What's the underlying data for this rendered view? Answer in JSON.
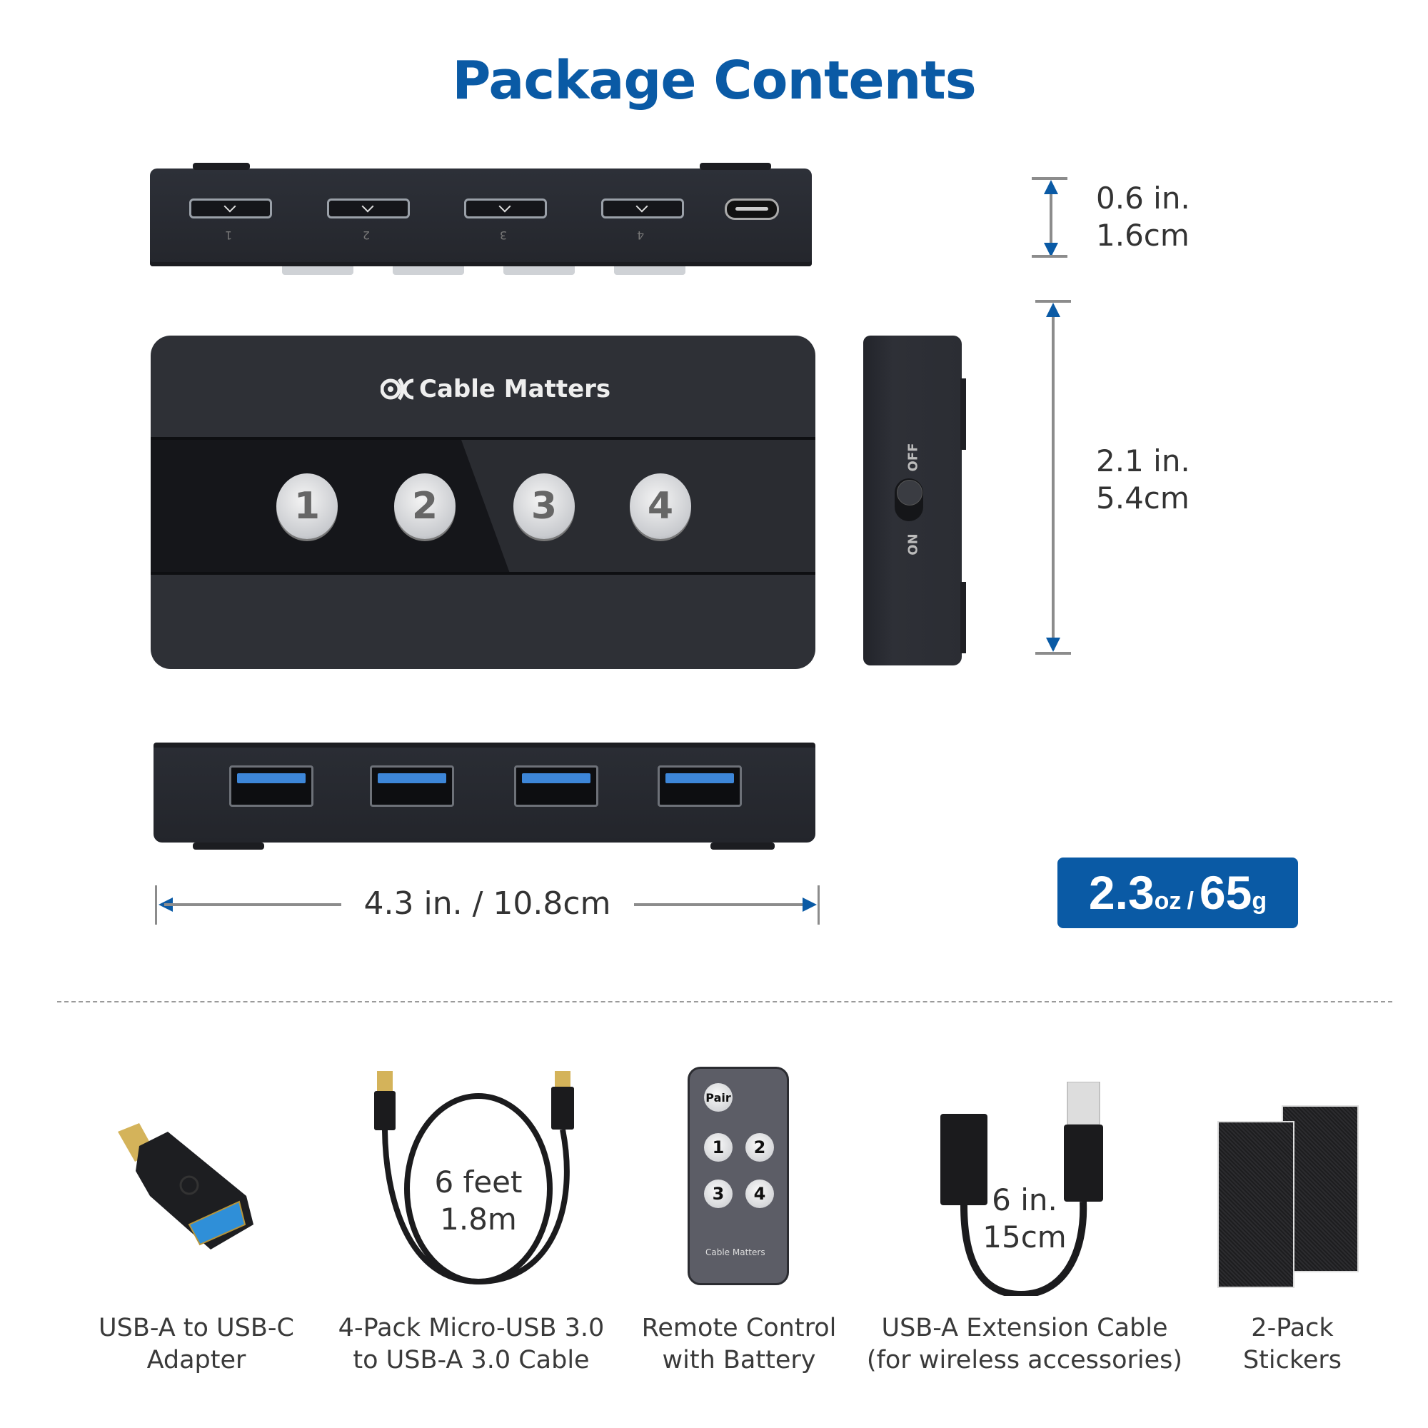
{
  "title": "Package Contents",
  "brand": "Cable Matters",
  "device": {
    "top_ports": [
      "1",
      "2",
      "3",
      "4"
    ],
    "buttons": [
      "1",
      "2",
      "3",
      "4"
    ],
    "switch": {
      "on_label": "ON",
      "off_label": "OFF"
    },
    "usb_a_port_count": 4
  },
  "dimensions": {
    "height": {
      "in": "0.6 in.",
      "cm": "1.6cm"
    },
    "depth": {
      "in": "2.1 in.",
      "cm": "5.4cm"
    },
    "width": {
      "label": "4.3 in. / 10.8cm"
    }
  },
  "weight": {
    "oz_value": "2.3",
    "oz_unit": "oz",
    "separator": "/",
    "g_value": "65",
    "g_unit": "g"
  },
  "colors": {
    "accent": "#0a5aa5",
    "text": "#333333",
    "device": "#2e3036",
    "usb_blue": "#3d86d8"
  },
  "accessories": [
    {
      "name": "usb-a-to-usb-c-adapter",
      "line1": "USB-A to USB-C",
      "line2": "Adapter"
    },
    {
      "name": "micro-usb-cable",
      "line1": "4-Pack Micro-USB 3.0",
      "line2": "to USB-A 3.0 Cable",
      "length_ft": "6 feet",
      "length_m": "1.8m"
    },
    {
      "name": "remote-control",
      "line1": "Remote Control",
      "line2": "with Battery",
      "buttons": [
        "Pair",
        "1",
        "2",
        "3",
        "4"
      ]
    },
    {
      "name": "usb-a-extension-cable",
      "line1": "USB-A Extension Cable",
      "line2": "(for wireless accessories)",
      "length_in": "6 in.",
      "length_cm": "15cm"
    },
    {
      "name": "stickers",
      "line1": "2-Pack",
      "line2": "Stickers"
    }
  ]
}
